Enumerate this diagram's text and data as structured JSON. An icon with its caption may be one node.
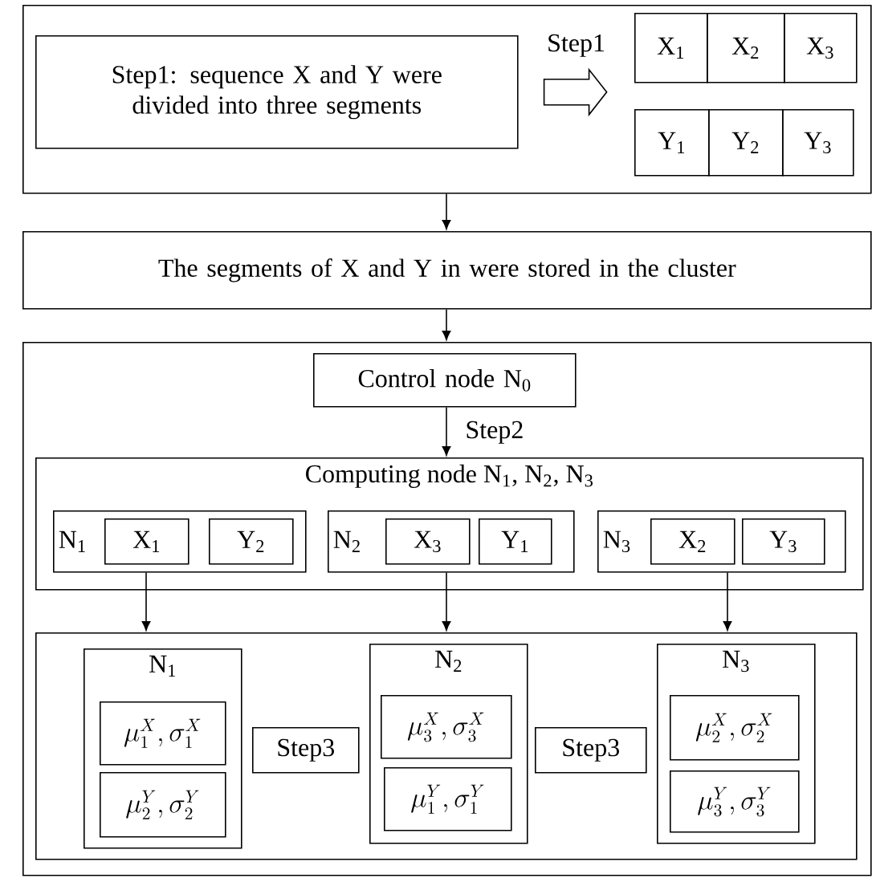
{
  "diagram": {
    "nodes": [
      {
        "text": [],
        "shape": "box"
      },
      {
        "text": [
          "Step1: sequence X and Y were divided into three segments"
        ],
        "in": 0
      },
      {
        "text": [
          "X$_{1}$"
        ],
        "in": 0
      },
      {
        "text": [
          "X$_{2}$"
        ],
        "in": 0
      },
      {
        "text": [
          "X$_{3}$"
        ],
        "in": 0
      },
      {
        "text": [
          "Y$_{1}$"
        ],
        "in": 0
      },
      {
        "text": [
          "Y$_{2}$"
        ],
        "in": 0
      },
      {
        "text": [
          "Y$_{3}$"
        ],
        "in": 0
      },
      {
        "text": [
          "The segments of X and Y in were stored in the cluster"
        ]
      },
      {
        "text": [],
        "shape": "box"
      },
      {
        "text": [
          "Control node N$_{0}$"
        ],
        "in": 9
      },
      {
        "text": [
          "Computing node N$_{1}$, N$_{2}$, N$_{3}$"
        ],
        "in": 9
      },
      {
        "text": [
          "N$_{1}$"
        ],
        "in": 11
      },
      {
        "text": [
          "X$_{1}$"
        ],
        "in": 12
      },
      {
        "text": [
          "Y$_{2}$"
        ],
        "in": 12
      },
      {
        "text": [
          "N$_{2}$"
        ],
        "in": 11
      },
      {
        "text": [
          "X$_{3}$"
        ],
        "in": 15
      },
      {
        "text": [
          "Y$_{1}$"
        ],
        "in": 15
      },
      {
        "text": [
          "N$_{3}$"
        ],
        "in": 11
      },
      {
        "text": [
          "X$_{2}$"
        ],
        "in": 18
      },
      {
        "text": [
          "Y$_{3}$"
        ],
        "in": 18
      },
      {
        "text": [],
        "shape": "box",
        "in": 9
      },
      {
        "text": [
          "N$_{1}$"
        ],
        "in": 21
      },
      {
        "text": [
          "\\mu_1^X, \\sigma_1^X"
        ],
        "in": 22
      },
      {
        "text": [
          "\\mu_2^Y, \\sigma_2^Y"
        ],
        "in": 22
      },
      {
        "text": [
          "Step3"
        ],
        "in": 21
      },
      {
        "text": [
          "N$_{2}$"
        ],
        "in": 21
      },
      {
        "text": [
          "\\mu_3^X, \\sigma_3^X"
        ],
        "in": 26
      },
      {
        "text": [
          "\\mu_1^Y, \\sigma_1^Y"
        ],
        "in": 26
      },
      {
        "text": [
          "Step3"
        ],
        "in": 21
      },
      {
        "text": [
          "N$_{3}$"
        ],
        "in": 21
      },
      {
        "text": [
          "\\mu_2^X, \\sigma_2^X"
        ],
        "in": 30
      },
      {
        "text": [
          "\\mu_3^Y, \\sigma_3^Y"
        ],
        "in": 30
      }
    ],
    "edges": [
      {
        "from": 1,
        "to": null,
        "arrow": "to",
        "label": "Step1"
      },
      {
        "from": 0,
        "to": 8,
        "arrow": "to"
      },
      {
        "from": 8,
        "to": 9,
        "arrow": "to"
      },
      {
        "from": 10,
        "to": 11,
        "arrow": "to",
        "label": "Step2"
      },
      {
        "from": 12,
        "to": 21,
        "arrow": "to"
      },
      {
        "from": 15,
        "to": 21,
        "arrow": "to"
      },
      {
        "from": 18,
        "to": 21,
        "arrow": "to"
      }
    ]
  }
}
